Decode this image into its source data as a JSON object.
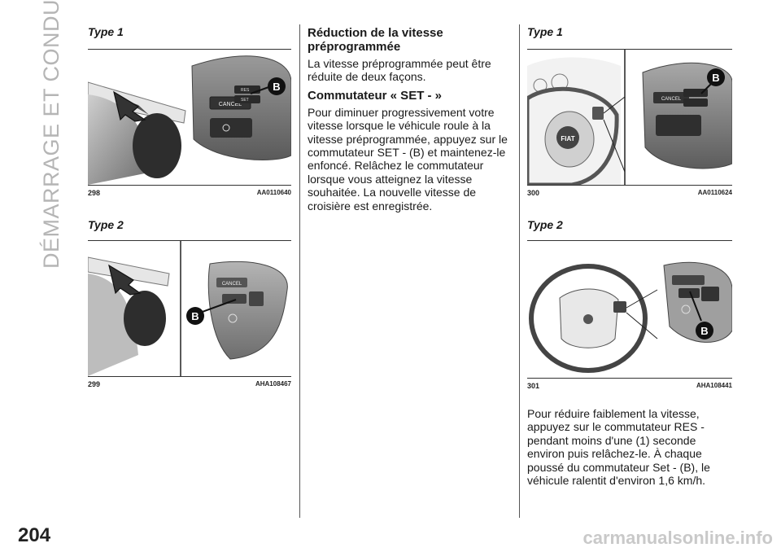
{
  "sidebar": {
    "section_title": "DÉMARRAGE ET CONDUITE"
  },
  "page": {
    "number": "204"
  },
  "left_column": {
    "fig1": {
      "type_label": "Type 1",
      "number": "298",
      "code": "AA0110640",
      "callout": "B",
      "button_cancel": "CANCEL",
      "button_res": "RES",
      "button_set": "SET"
    },
    "fig2": {
      "type_label": "Type 2",
      "number": "299",
      "code": "AHA108467",
      "callout": "B",
      "button_cancel": "CANCEL"
    }
  },
  "middle_column": {
    "heading": "Réduction de la vitesse préprogrammée",
    "intro": "La vitesse préprogrammée peut être réduite de deux façons.",
    "subheading": "Commutateur « SET - »",
    "body": "Pour diminuer progressivement votre vitesse lorsque le véhicule roule à la vitesse préprogrammée, appuyez sur le commutateur SET - (B) et maintenez-le enfoncé. Relâchez le commutateur lorsque vous atteignez la vitesse souhaitée. La nouvelle vitesse de croisière est enregistrée."
  },
  "right_column": {
    "fig3": {
      "type_label": "Type 1",
      "number": "300",
      "code": "AA0110624",
      "callout": "B",
      "logo": "FIAT",
      "button_cancel": "CANCEL"
    },
    "fig4": {
      "type_label": "Type 2",
      "number": "301",
      "code": "AHA108441",
      "callout": "B"
    },
    "body": "Pour réduire faiblement la vitesse, appuyez sur le commutateur RES - pendant moins d'une (1) seconde environ puis relâchez-le. À chaque poussé du commutateur Set - (B), le véhicule ralentit d'environ 1,6 km/h."
  },
  "watermark": "carmanualsonline.info"
}
